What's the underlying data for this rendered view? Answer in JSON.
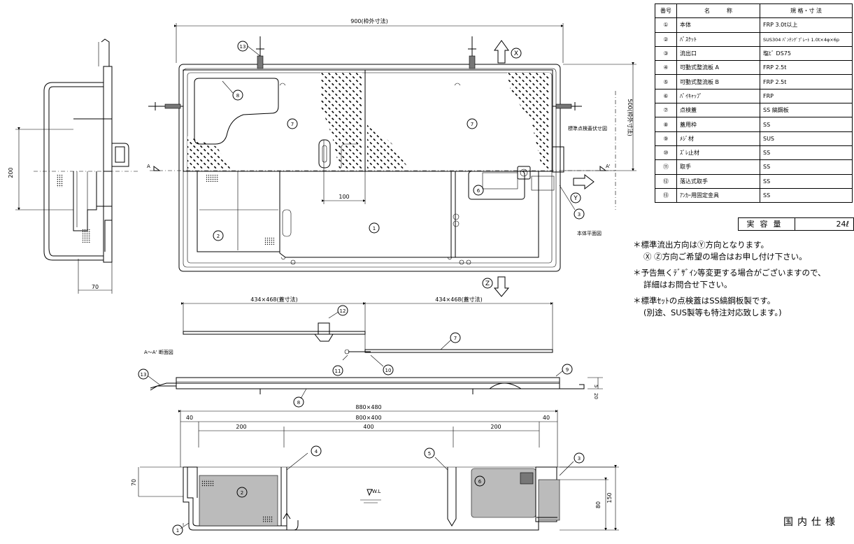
{
  "plan": {
    "dim_overall": "900(枠外寸法)",
    "dim_height": "500(枠外寸法)",
    "dim_100": "100",
    "label_cover_view": "標準点検蓋伏せ図",
    "label_body_plan": "本体平面図",
    "flow_x": "X",
    "flow_y": "Y",
    "flow_z": "Z",
    "section_a": "A",
    "section_a2": "A'"
  },
  "side": {
    "dim_200": "200",
    "dim_70": "70"
  },
  "cover": {
    "dim_left": "434×468(蓋寸法)",
    "dim_right": "434×468(蓋寸法)"
  },
  "section": {
    "title": "A～A' 断面図",
    "dim_overall": "880×480",
    "dim_inner": "800×400",
    "dim_40_left": "40",
    "dim_200_left": "200",
    "dim_400": "400",
    "dim_200_right": "200",
    "dim_40_right": "40",
    "dim_70": "70",
    "dim_80": "80",
    "dim_150": "150",
    "dim_5": "5",
    "dim_20": "20",
    "water_level": "W.L"
  },
  "callouts": [
    "1",
    "2",
    "3",
    "4",
    "5",
    "6",
    "7",
    "8",
    "9",
    "10",
    "11",
    "12",
    "13"
  ],
  "spec_table": {
    "headers": [
      "番号",
      "名　　　称",
      "規 格・寸 法"
    ],
    "rows": [
      {
        "no": "①",
        "name": "本体",
        "spec": "FRP 3.0t以上"
      },
      {
        "no": "②",
        "name": "ﾊﾞｽｹｯﾄ",
        "spec": "SUS304 ﾊﾟﾝﾁﾝｸﾞﾌﾟﾚｰﾄ 1.0t×4φ×6p"
      },
      {
        "no": "③",
        "name": "流出口",
        "spec": "塩ﾋﾞ DS75"
      },
      {
        "no": "④",
        "name": "可動式整流板 A",
        "spec": "FRP 2.5t"
      },
      {
        "no": "⑤",
        "name": "可動式整流板 B",
        "spec": "FRP 2.5t"
      },
      {
        "no": "⑥",
        "name": "ﾊﾟｲｷｬｯﾌﾟ",
        "spec": "FRP"
      },
      {
        "no": "⑦",
        "name": "点検蓋",
        "spec": "SS 縞鋼板"
      },
      {
        "no": "⑧",
        "name": "蓋用枠",
        "spec": "SS"
      },
      {
        "no": "⑨",
        "name": "ﾒｼﾞ材",
        "spec": "SUS"
      },
      {
        "no": "⑩",
        "name": "ｽﾞﾚ止材",
        "spec": "SS"
      },
      {
        "no": "⑪",
        "name": "取手",
        "spec": "SS"
      },
      {
        "no": "⑫",
        "name": "落込式取手",
        "spec": "SS"
      },
      {
        "no": "⑬",
        "name": "ｱﾝｶｰ用固定金具",
        "spec": "SS"
      }
    ]
  },
  "capacity": {
    "label": "実容量",
    "value": "24ℓ"
  },
  "notes": [
    {
      "line1": "＊標準流出方向はⓎ方向となります。",
      "line2": "Ⓧ Ⓩ方向ご希望の場合はお申し付け下さい。"
    },
    {
      "line1": "＊予告無くﾃﾞｻﾞｲﾝ等変更する場合がございますので、",
      "line2": "詳細はお問合せ下さい。"
    },
    {
      "line1": "＊標準ｾｯﾄの点検蓋はSS縞鋼板製です。",
      "line2": "(別途、SUS製等も特注対応致します。)"
    }
  ],
  "spec_mark": "国内仕様"
}
